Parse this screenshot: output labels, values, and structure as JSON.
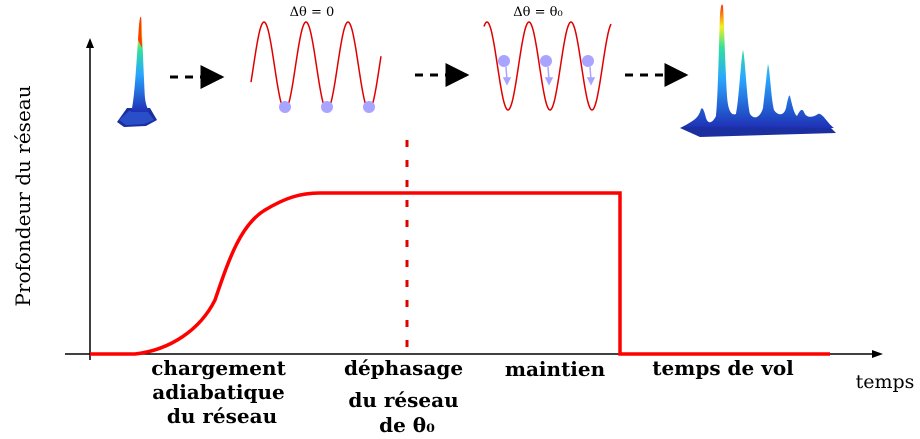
{
  "axes": {
    "ylabel": "Profondeur du réseau",
    "xlabel": "temps"
  },
  "phases": [
    {
      "lines": [
        "chargement",
        "adiabatique",
        "du réseau"
      ]
    },
    {
      "lines": [
        "déphasage",
        "du réseau",
        "de θ₀"
      ]
    },
    {
      "lines": [
        "maintien"
      ]
    },
    {
      "lines": [
        "temps de vol"
      ]
    }
  ],
  "insets": {
    "before": {
      "label": "Δθ = 0"
    },
    "after": {
      "label": "Δθ = θ₀"
    }
  },
  "colors": {
    "curve": "#ff0000",
    "marker": "#e00000",
    "atoms": "#a9a4ff",
    "axis": "#000000"
  }
}
